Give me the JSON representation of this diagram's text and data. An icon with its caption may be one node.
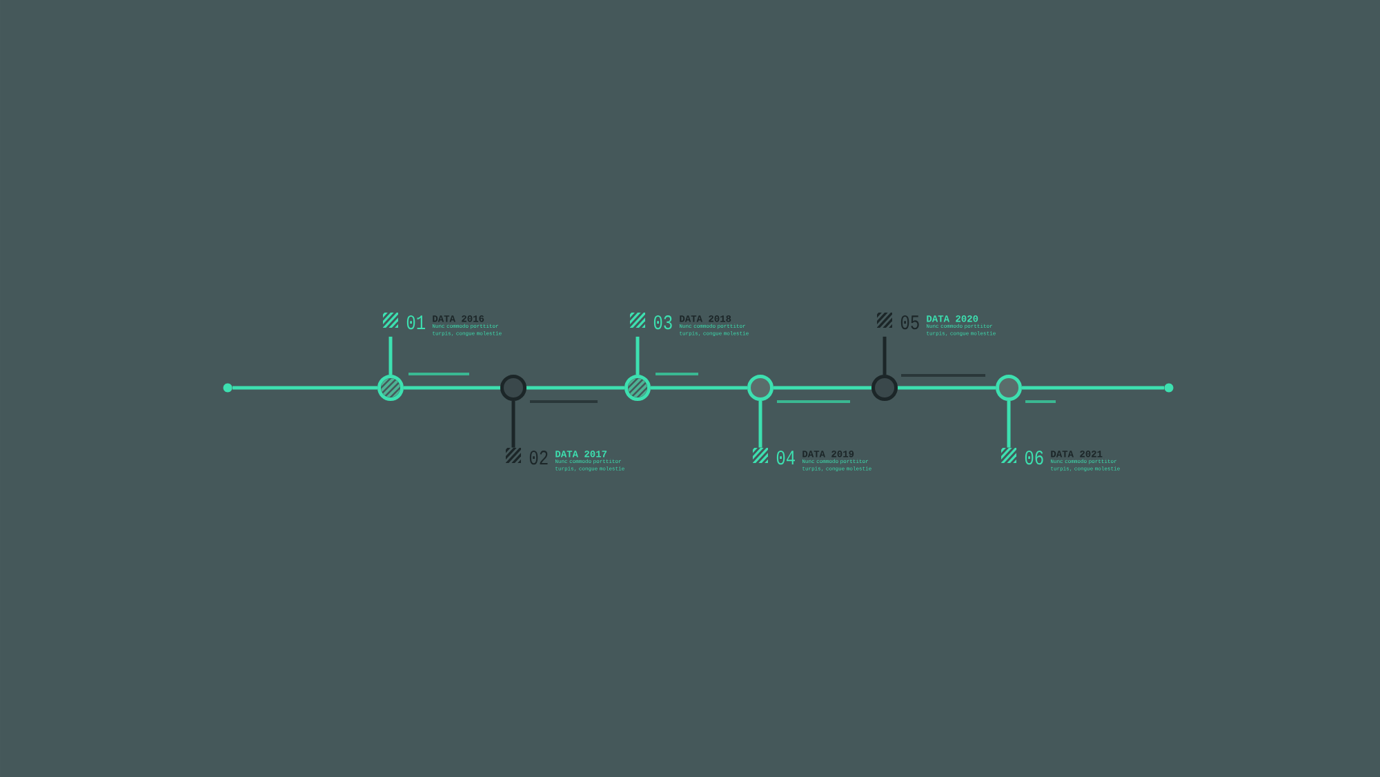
{
  "diagram": {
    "nodes": [
      {
        "text": [],
        "shape": "circle"
      },
      {
        "text": [],
        "shape": "circle"
      },
      {
        "text": [],
        "shape": "circle"
      },
      {
        "text": [],
        "shape": "circle"
      },
      {
        "text": [],
        "shape": "circle"
      },
      {
        "text": [],
        "shape": "circle"
      },
      {
        "text": [],
        "shape": "circle"
      },
      {
        "text": [],
        "shape": "circle"
      },
      {
        "text": [
          "01",
          "DATA 2016",
          "Nunc commodo porttitor turpis, congue molestie"
        ]
      },
      {
        "text": [
          "02",
          "DATA 2017",
          "Nunc commodo porttitor turpis, congue molestie"
        ]
      },
      {
        "text": [
          "03",
          "DATA 2018",
          "Nunc commodo porttitor turpis, congue molestie"
        ]
      },
      {
        "text": [
          "04",
          "DATA 2019",
          "Nunc commodo porttitor turpis, congue molestie"
        ]
      },
      {
        "text": [
          "05",
          "DATA 2020",
          "Nunc commodo porttitor turpis, congue molestie"
        ]
      },
      {
        "text": [
          "06",
          "DATA 2021",
          "Nunc commodo porttitor turpis, congue molestie"
        ]
      }
    ],
    "edges": [
      {
        "from": 0,
        "to": 1,
        "arrow": "none"
      },
      {
        "from": 1,
        "to": 2,
        "arrow": "none"
      },
      {
        "from": 2,
        "to": 3,
        "arrow": "none"
      },
      {
        "from": 3,
        "to": 4,
        "arrow": "none"
      },
      {
        "from": 4,
        "to": 5,
        "arrow": "none"
      },
      {
        "from": 5,
        "to": 6,
        "arrow": "none"
      },
      {
        "from": 6,
        "to": 7,
        "arrow": "none"
      },
      {
        "from": 1,
        "to": 8,
        "arrow": "none"
      },
      {
        "from": 2,
        "to": 9,
        "arrow": "none",
        "color": "#1c2628"
      },
      {
        "from": 3,
        "to": 10,
        "arrow": "none"
      },
      {
        "from": 4,
        "to": 11,
        "arrow": "none"
      },
      {
        "from": 5,
        "to": 12,
        "arrow": "none",
        "color": "#1c2628"
      },
      {
        "from": 6,
        "to": 13,
        "arrow": "none"
      }
    ]
  }
}
